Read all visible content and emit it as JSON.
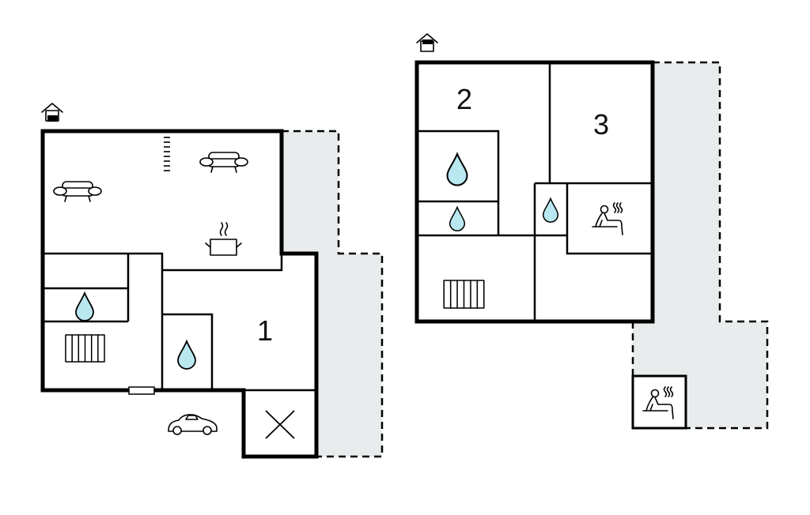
{
  "floor_plans": [
    {
      "name": "ground-floor",
      "rooms": [
        {
          "label": "1"
        }
      ],
      "icons": [
        "entrance-icon",
        "sofa-icon",
        "sofa-icon",
        "stairs-icon",
        "cooking-pot-icon",
        "water-drop-icon",
        "water-drop-icon",
        "radiator-icon",
        "car-icon",
        "void-cross-icon"
      ]
    },
    {
      "name": "upper-floor",
      "rooms": [
        {
          "label": "2"
        },
        {
          "label": "3"
        }
      ],
      "icons": [
        "entrance-icon",
        "water-drop-icon",
        "water-drop-icon",
        "water-drop-icon",
        "sauna-icon",
        "radiator-icon",
        "sauna-icon"
      ]
    }
  ],
  "colors": {
    "wall": "#000000",
    "terrace": "#e9ecec",
    "water": "#b9e8f0"
  }
}
